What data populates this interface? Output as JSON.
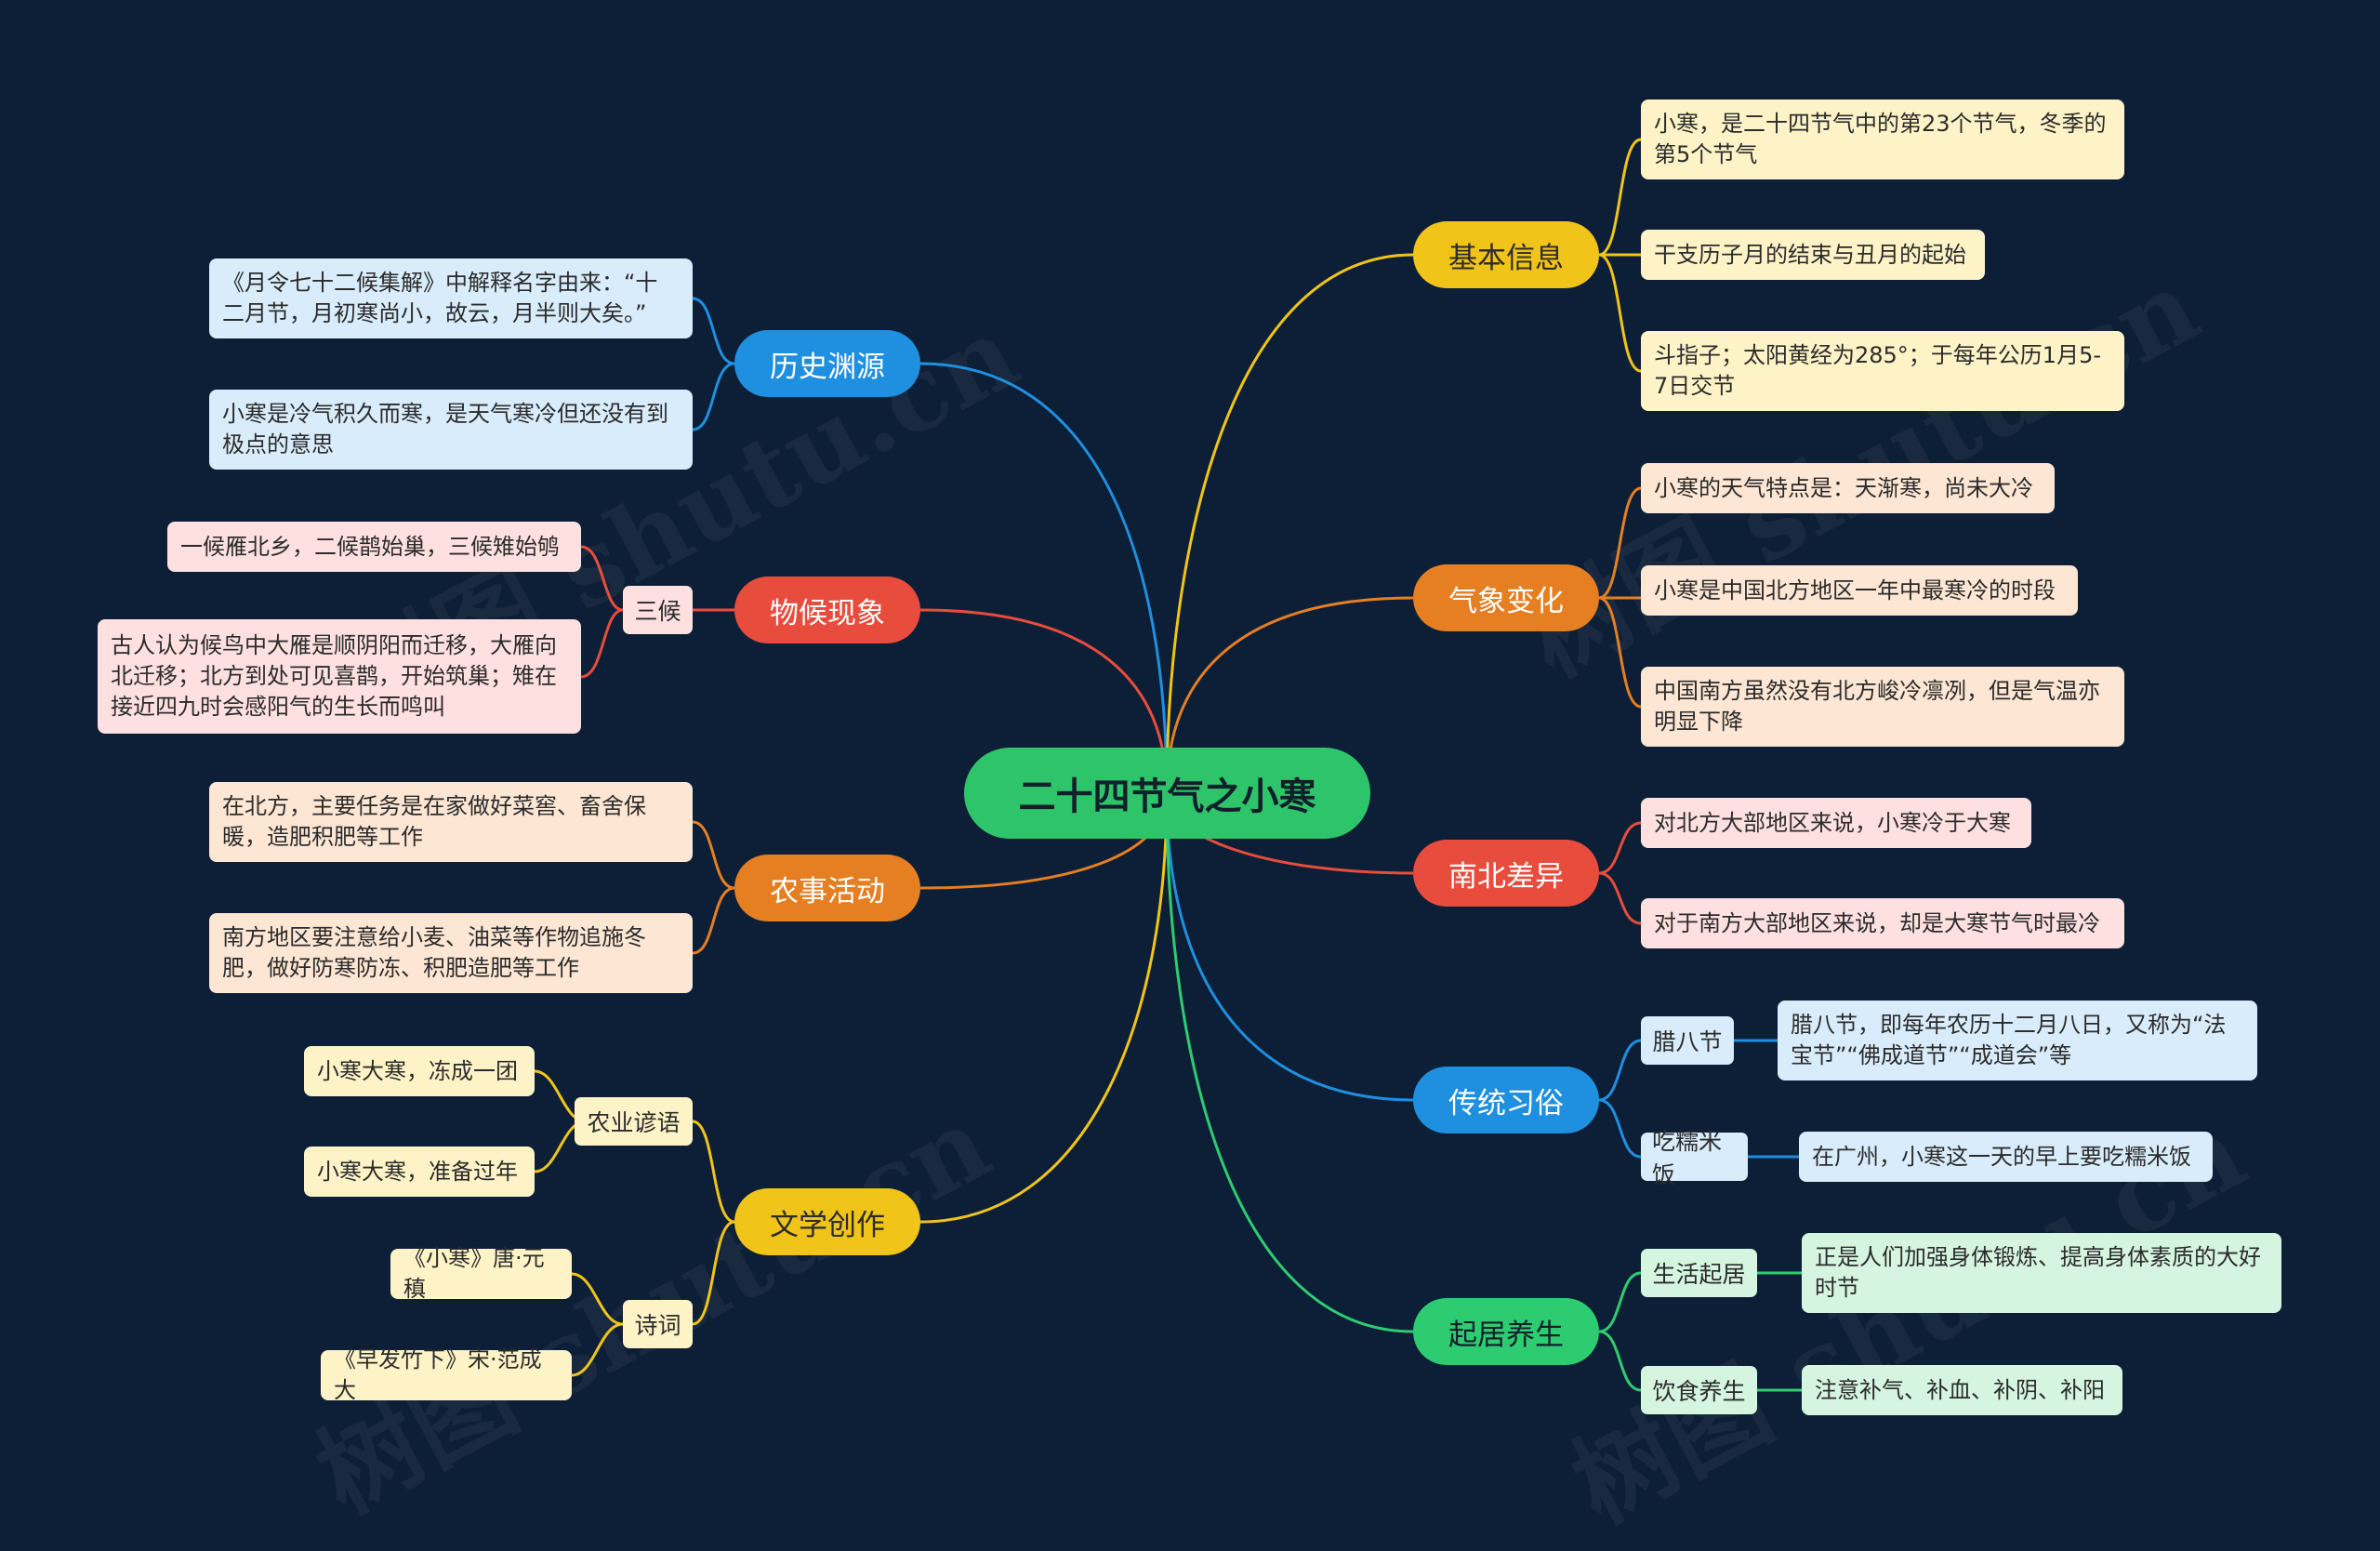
{
  "root": {
    "label": "二十四节气之小寒"
  },
  "colors": {
    "background": "#0d1f36",
    "root": "#2ec46a",
    "blue": "#1f8fe0",
    "red": "#e84c3d",
    "orange": "#e67e22",
    "yellow": "#f0c419",
    "green": "#2ecc71"
  },
  "branches": {
    "history": {
      "label": "历史渊源",
      "leaves": [
        "《月令七十二候集解》中解释名字由来：“十二月节，月初寒尚小，故云，月半则大矣。”",
        "小寒是冷气积久而寒，是天气寒冷但还没有到极点的意思"
      ]
    },
    "phenology": {
      "label": "物候现象",
      "sub": "三候",
      "leaves": [
        "一候雁北乡，二候鹊始巢，三候雉始鸲",
        "古人认为候鸟中大雁是顺阴阳而迁移，大雁向北迁移；北方到处可见喜鹊，开始筑巢；雉在接近四九时会感阳气的生长而鸣叫"
      ]
    },
    "farming": {
      "label": "农事活动",
      "leaves": [
        "在北方，主要任务是在家做好菜窖、畜舍保暖，造肥积肥等工作",
        "南方地区要注意给小麦、油菜等作物追施冬肥，做好防寒防冻、积肥造肥等工作"
      ]
    },
    "literature": {
      "label": "文学创作",
      "subs": [
        {
          "label": "农业谚语",
          "leaves": [
            "小寒大寒，冻成一团",
            "小寒大寒，准备过年"
          ]
        },
        {
          "label": "诗词",
          "leaves": [
            "《小寒》唐·元稹",
            "《早发竹下》宋·范成大"
          ]
        }
      ]
    },
    "basic": {
      "label": "基本信息",
      "leaves": [
        "小寒，是二十四节气中的第23个节气，冬季的第5个节气",
        "干支历子月的结束与丑月的起始",
        "斗指子；太阳黄经为285°；于每年公历1月5-7日交节"
      ]
    },
    "weather": {
      "label": "气象变化",
      "leaves": [
        "小寒的天气特点是：天渐寒，尚未大冷",
        "小寒是中国北方地区一年中最寒冷的时段",
        "中国南方虽然没有北方峻冷凛冽，但是气温亦明显下降"
      ]
    },
    "northsouth": {
      "label": "南北差异",
      "leaves": [
        "对北方大部地区来说，小寒冷于大寒",
        "对于南方大部地区来说，却是大寒节气时最冷"
      ]
    },
    "customs": {
      "label": "传统习俗",
      "subs": [
        {
          "label": "腊八节",
          "leaves": [
            "腊八节，即每年农历十二月八日，又称为“法宝节”“佛成道节”“成道会”等"
          ]
        },
        {
          "label": "吃糯米饭",
          "leaves": [
            "在广州，小寒这一天的早上要吃糯米饭"
          ]
        }
      ]
    },
    "health": {
      "label": "起居养生",
      "subs": [
        {
          "label": "生活起居",
          "leaves": [
            "正是人们加强身体锻炼、提高身体素质的大好时节"
          ]
        },
        {
          "label": "饮食养生",
          "leaves": [
            "注意补气、补血、补阴、补阳"
          ]
        }
      ]
    }
  }
}
